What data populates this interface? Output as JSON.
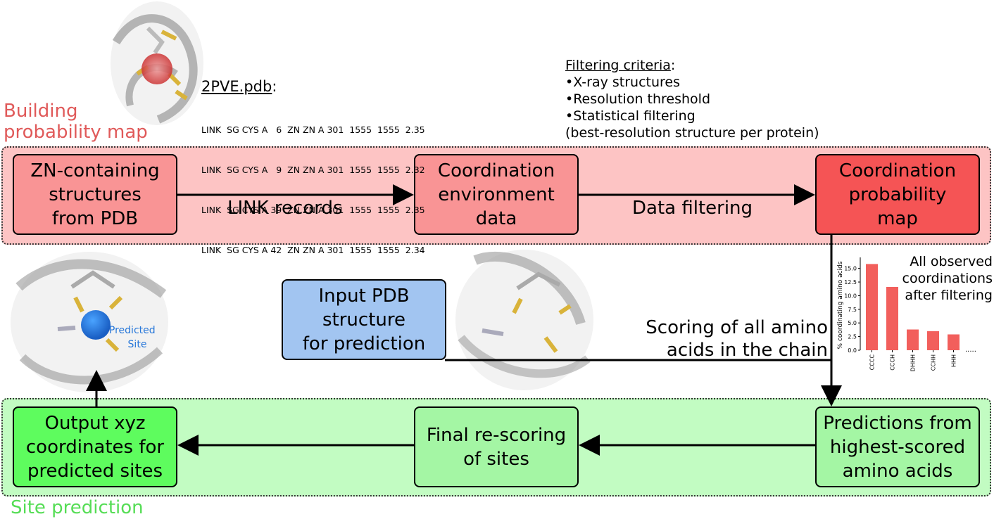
{
  "sections": {
    "building": "Building\nprobability map",
    "prediction": "Site prediction"
  },
  "boxes": {
    "zn_structures": "ZN-containing\nstructures\nfrom PDB",
    "coord_env": "Coordination\nenvironment\ndata",
    "coord_map": "Coordination\nprobability\nmap",
    "input_pdb": "Input PDB\nstructure\nfor prediction",
    "predictions": "Predictions from\nhighest-scored\namino acids",
    "rescoring": "Final re-scoring\nof sites",
    "output_xyz": "Output xyz\ncoordinates for\npredicted sites"
  },
  "edges": {
    "link_records": "LINK records",
    "data_filtering": "Data filtering",
    "scoring": "Scoring of all amino\nacids in the chain"
  },
  "pdb_example": {
    "title": "2PVE.pdb",
    "colon": ":",
    "lines": [
      "LINK  SG CYS A   6  ZN ZN A 301  1555  1555  2.35",
      "LINK  SG CYS A   9  ZN ZN A 301  1555  1555  2.32",
      "LINK  SG CYS A 39  ZN ZN A 301  1555  1555  2.35",
      "LINK  SG CYS A 42  ZN ZN A 301  1555  1555  2.34"
    ]
  },
  "filtering": {
    "title": "Filtering criteria",
    "colon": ":",
    "items": [
      "•X-ray structures",
      "•Resolution threshold",
      "•Statistical filtering",
      "(best-resolution structure per protein)"
    ]
  },
  "predicted_site_label": "Predicted\nSite",
  "chart_note": "All observed\ncoordinations\nafter filtering",
  "chart_data": {
    "type": "bar",
    "title": "",
    "ylabel": "% coordinating amino acids",
    "xlabel": "",
    "categories": [
      "CCCC",
      "CCCH",
      "DHHH",
      "CCHH",
      "HHH"
    ],
    "values": [
      15.8,
      11.6,
      3.8,
      3.5,
      2.9
    ],
    "ylim": [
      0,
      16.5
    ],
    "yticks": [
      "0.0",
      "2.5",
      "5.0",
      "7.5",
      "10.0",
      "12.5",
      "15.0"
    ],
    "ytick_values": [
      0,
      2.5,
      5,
      7.5,
      10,
      12.5,
      15
    ],
    "trailing": ".....",
    "color": "#f25f5c"
  },
  "colors": {
    "band_red": "#fdc4c4",
    "band_green": "#c2fcc2",
    "box_red": "#f99495",
    "box_red_dark": "#f55455",
    "box_blue": "#a2c5f1",
    "box_green": "#a4f6a4",
    "box_green_dark": "#5efc5e",
    "label_red": "#e05a5a",
    "label_green": "#55dd55",
    "site_blue": "#2777d9"
  }
}
